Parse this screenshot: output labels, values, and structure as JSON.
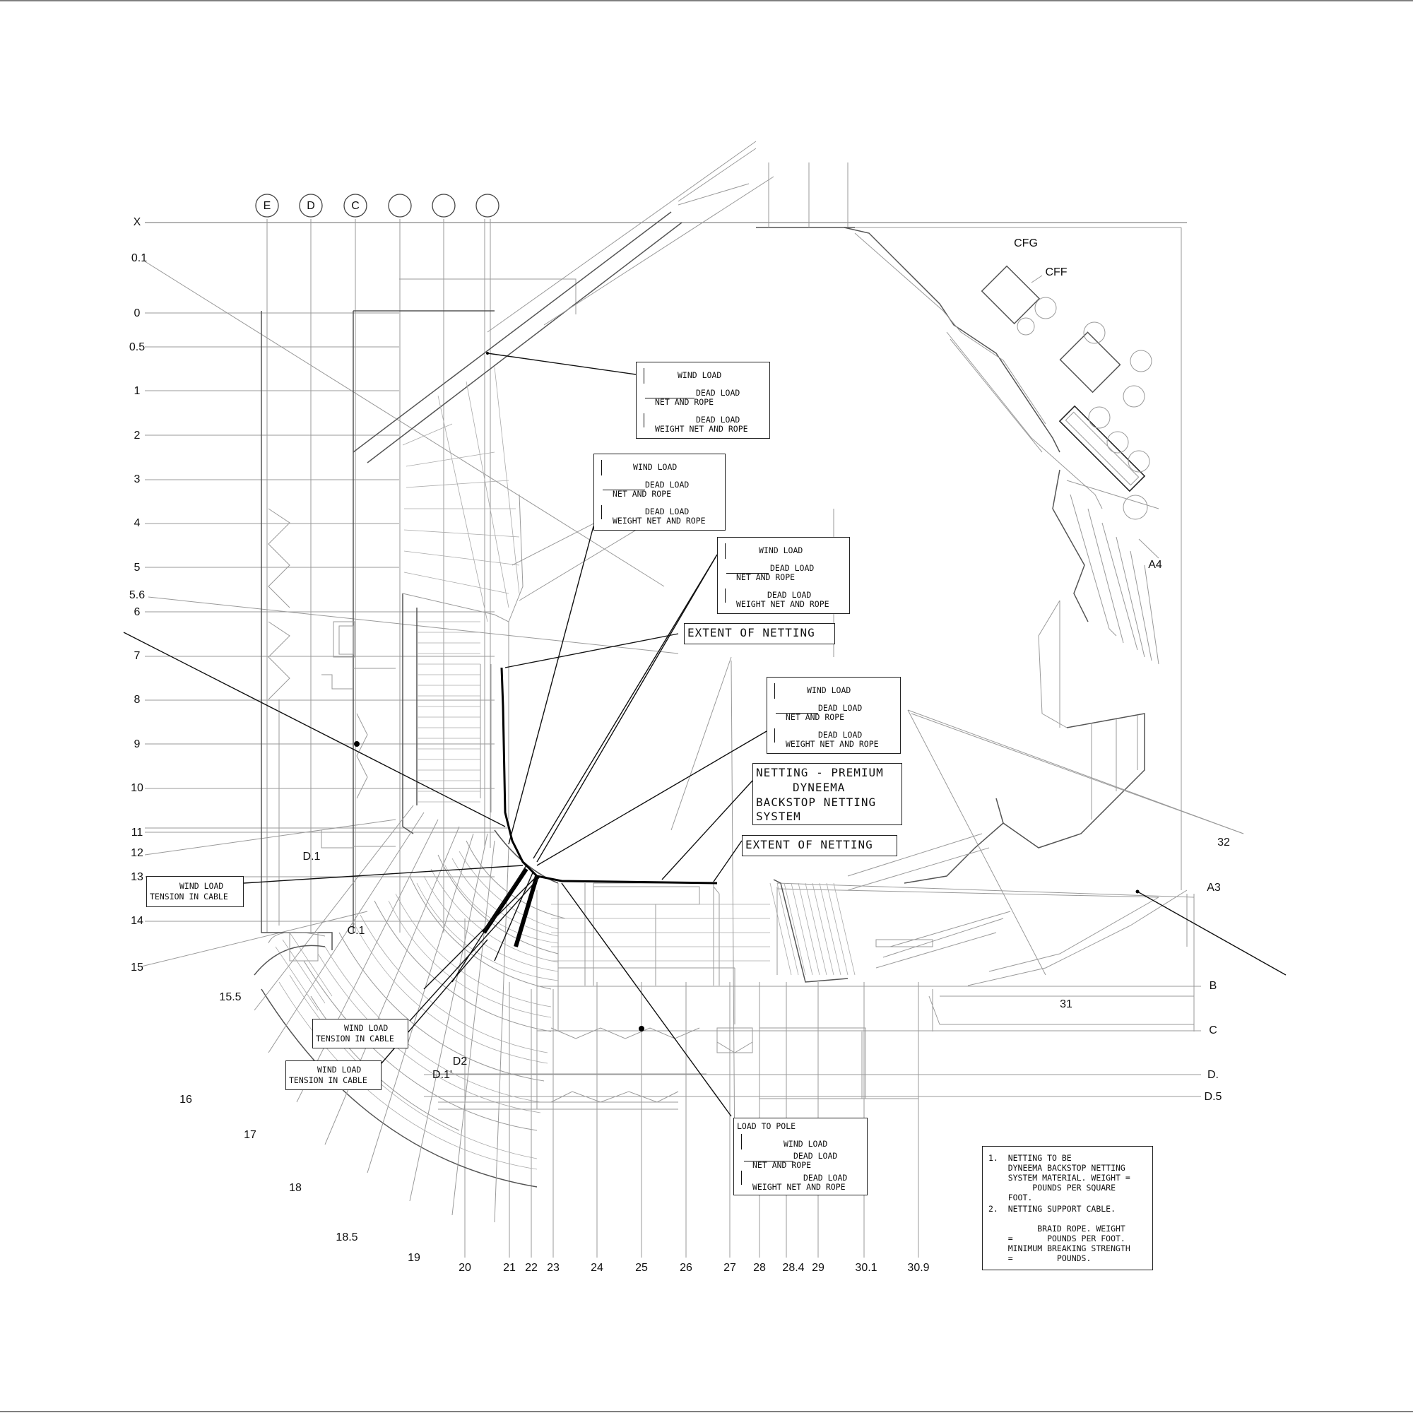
{
  "grid_rows_left": [
    {
      "label": "X"
    },
    {
      "label": "0.1"
    },
    {
      "label": "0"
    },
    {
      "label": "0.5"
    },
    {
      "label": "1"
    },
    {
      "label": "2"
    },
    {
      "label": "3"
    },
    {
      "label": "4"
    },
    {
      "label": "5"
    },
    {
      "label": "5.6"
    },
    {
      "label": "6"
    },
    {
      "label": "7"
    },
    {
      "label": "8"
    },
    {
      "label": "9"
    },
    {
      "label": "10"
    },
    {
      "label": "11"
    },
    {
      "label": "12"
    },
    {
      "label": "13"
    },
    {
      "label": "14"
    },
    {
      "label": "15"
    },
    {
      "label": "15.5"
    },
    {
      "label": "16"
    },
    {
      "label": "17"
    },
    {
      "label": "18"
    },
    {
      "label": "18.5"
    }
  ],
  "grid_columns_top": [
    "E",
    "D",
    "C"
  ],
  "grid_columns_bottom": [
    "19",
    "20",
    "21",
    "22",
    "23",
    "24",
    "25",
    "26",
    "27",
    "28",
    "28.4",
    "29",
    "30.1",
    "30.9"
  ],
  "grid_rows_right": [
    "B",
    "C",
    "D.",
    "D.5"
  ],
  "misc_labels": {
    "cfg": "CFG",
    "cff": "CFF",
    "a4": "A4",
    "a3": "A3",
    "n31": "31",
    "n32": "32",
    "d1": "D.1",
    "c1": "C.1",
    "d2": "D2",
    "d1p": "D.1'"
  },
  "load_callouts": [
    {
      "wind": "WIND LOAD",
      "dead1": "DEAD LOAD",
      "net": "NET AND ROPE",
      "dead2": "DEAD LOAD",
      "weight": "WEIGHT NET AND ROPE"
    },
    {
      "wind": "WIND LOAD",
      "dead1": "DEAD LOAD",
      "net": "NET AND ROPE",
      "dead2": "DEAD LOAD",
      "weight": "WEIGHT NET AND ROPE"
    },
    {
      "wind": "WIND LOAD",
      "dead1": "DEAD LOAD",
      "net": "NET AND ROPE",
      "dead2": "DEAD LOAD",
      "weight": "WEIGHT NET AND ROPE"
    },
    {
      "wind": "WIND LOAD",
      "dead1": "DEAD LOAD",
      "net": "NET AND ROPE",
      "dead2": "DEAD LOAD",
      "weight": "WEIGHT NET AND ROPE"
    }
  ],
  "pole_callout": {
    "title": "LOAD TO POLE",
    "wind": "WIND LOAD",
    "dead1": "DEAD LOAD",
    "net": "NET AND ROPE",
    "dead2": "DEAD LOAD",
    "weight": "WEIGHT NET AND ROPE"
  },
  "extent_labels": [
    "EXTENT OF NETTING",
    "EXTENT OF NETTING"
  ],
  "netting_system": [
    "NETTING - PREMIUM",
    "DYNEEMA",
    "BACKSTOP NETTING",
    "SYSTEM"
  ],
  "tension_callouts": [
    {
      "l1": "WIND LOAD",
      "l2": "TENSION IN CABLE"
    },
    {
      "l1": "WIND LOAD",
      "l2": "TENSION IN CABLE"
    },
    {
      "l1": "WIND LOAD",
      "l2": "TENSION IN CABLE"
    }
  ],
  "notes": [
    "1.  NETTING TO BE",
    "    DYNEEMA BACKSTOP NETTING",
    "    SYSTEM MATERIAL. WEIGHT =",
    "         POUNDS PER SQUARE",
    "    FOOT.",
    "2.  NETTING SUPPORT CABLE.",
    "",
    "          BRAID ROPE. WEIGHT",
    "    =       POUNDS PER FOOT.",
    "    MINIMUM BREAKING STRENGTH",
    "    =         POUNDS."
  ]
}
